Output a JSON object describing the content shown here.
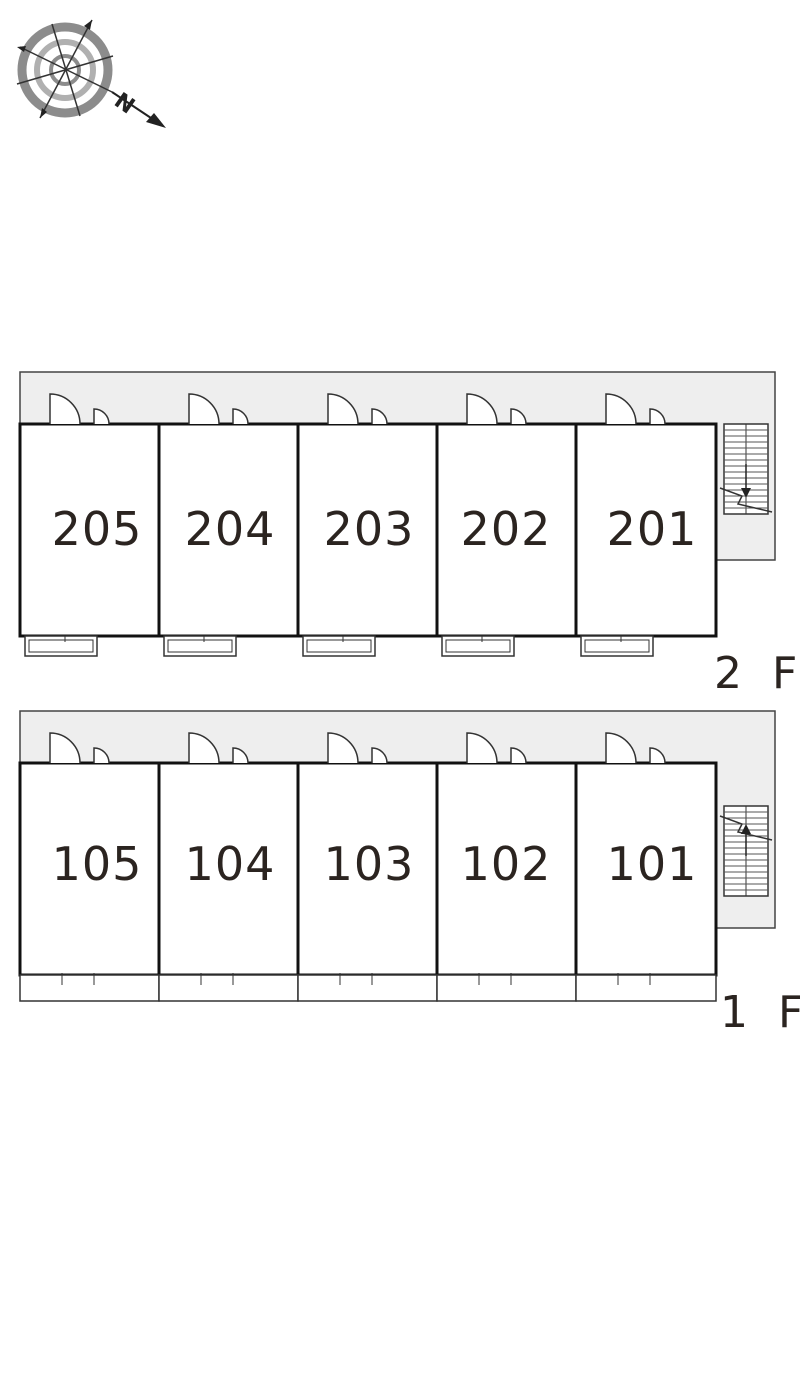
{
  "compass": {
    "north_label": "N",
    "icon": "compass-rose-icon"
  },
  "floors": [
    {
      "label": "2 F",
      "units": [
        "205",
        "204",
        "203",
        "202",
        "201"
      ],
      "stair_direction": "down"
    },
    {
      "label": "1 F",
      "units": [
        "105",
        "104",
        "103",
        "102",
        "101"
      ],
      "stair_direction": "up"
    }
  ],
  "colors": {
    "corridor": "#eeeeee",
    "wall": "#111111",
    "text": "#2b2420"
  }
}
